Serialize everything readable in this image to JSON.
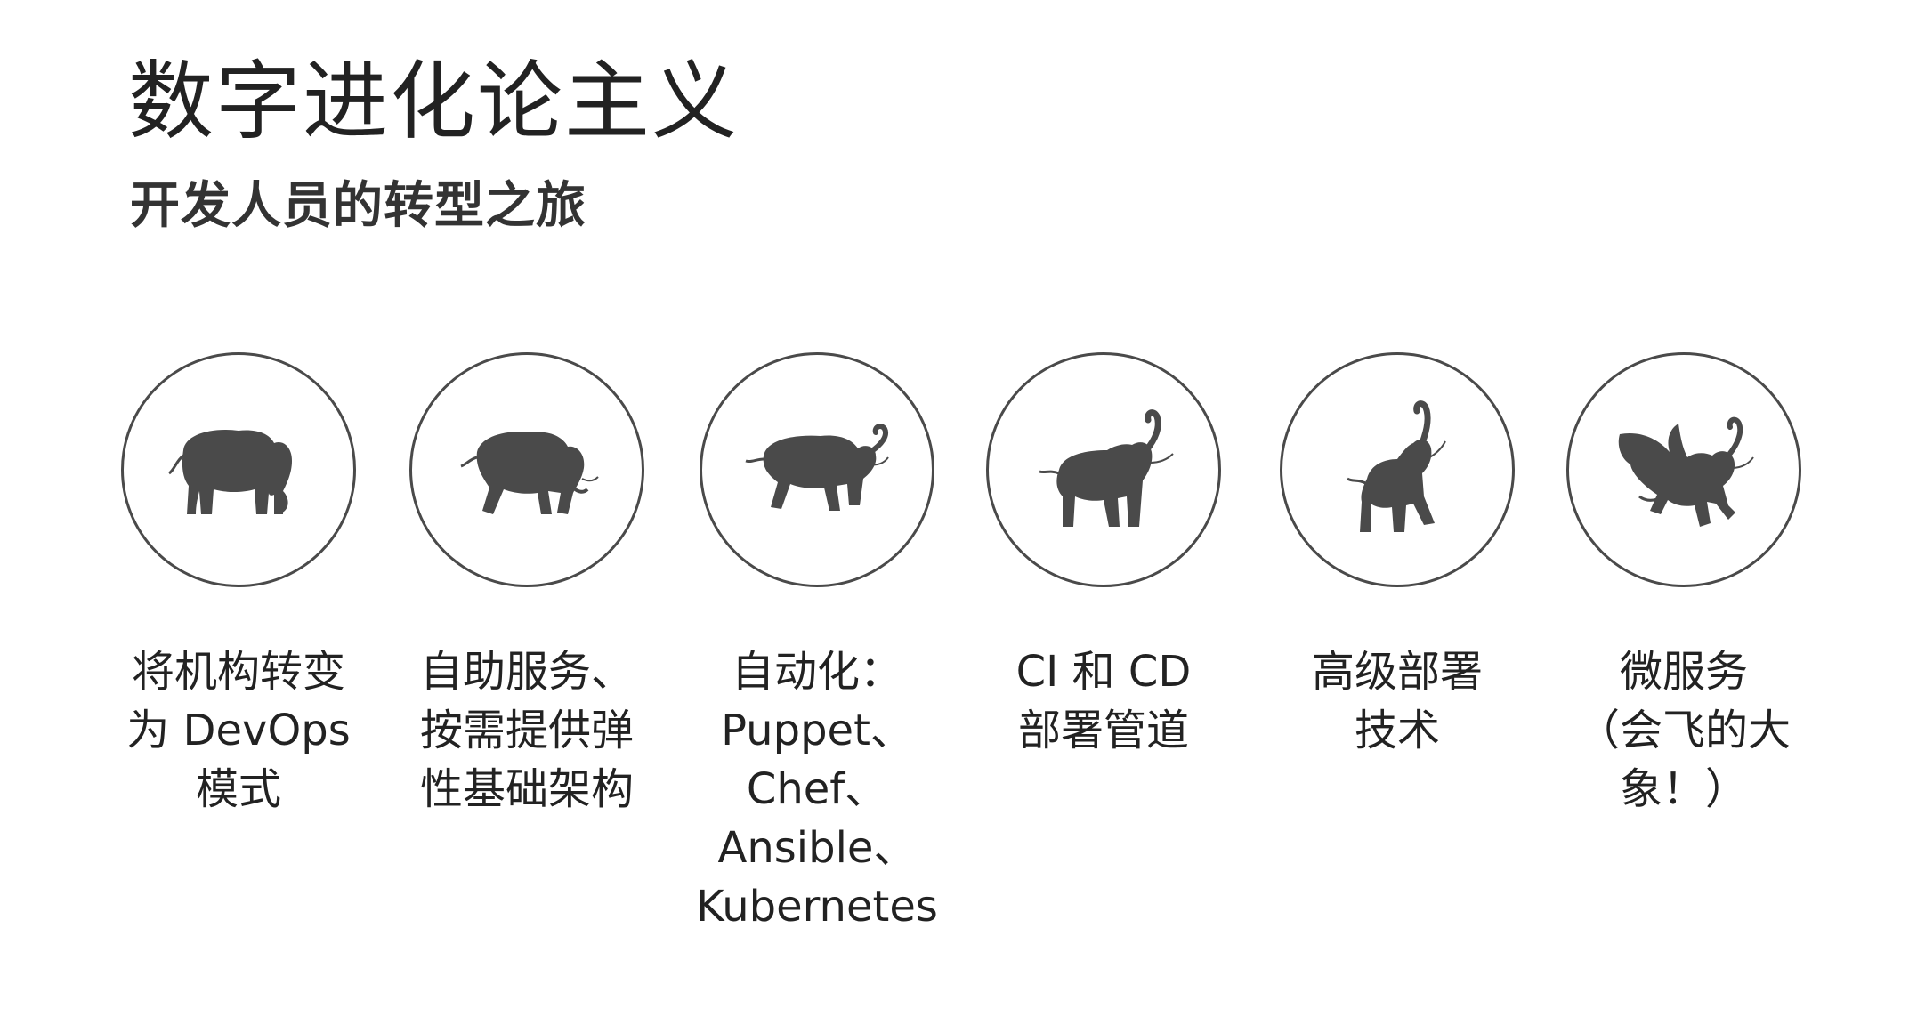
{
  "header": {
    "title": "数字进化论主义",
    "subtitle": "开发人员的转型之旅"
  },
  "stages": [
    {
      "icon": "elephant-standing-icon",
      "lines": [
        "将机构转变",
        "为 DevOps",
        "模式"
      ]
    },
    {
      "icon": "elephant-walking-icon",
      "lines": [
        "自助服务、",
        "按需提供弹",
        "性基础架构"
      ]
    },
    {
      "icon": "elephant-trunk-up-icon",
      "lines": [
        "自动化：",
        "Puppet、",
        "Chef、",
        "Ansible、",
        "Kubernetes"
      ]
    },
    {
      "icon": "elephant-trumpeting-icon",
      "lines": [
        "CI 和 CD",
        "部署管道"
      ]
    },
    {
      "icon": "elephant-rearing-icon",
      "lines": [
        "高级部署",
        "技术"
      ]
    },
    {
      "icon": "winged-elephant-icon",
      "lines": [
        "微服务",
        "（会飞的大",
        "象！）"
      ]
    }
  ],
  "colors": {
    "icon_fill": "#4a4a4a",
    "circle_stroke": "#4a4a4a",
    "text": "#222222"
  }
}
